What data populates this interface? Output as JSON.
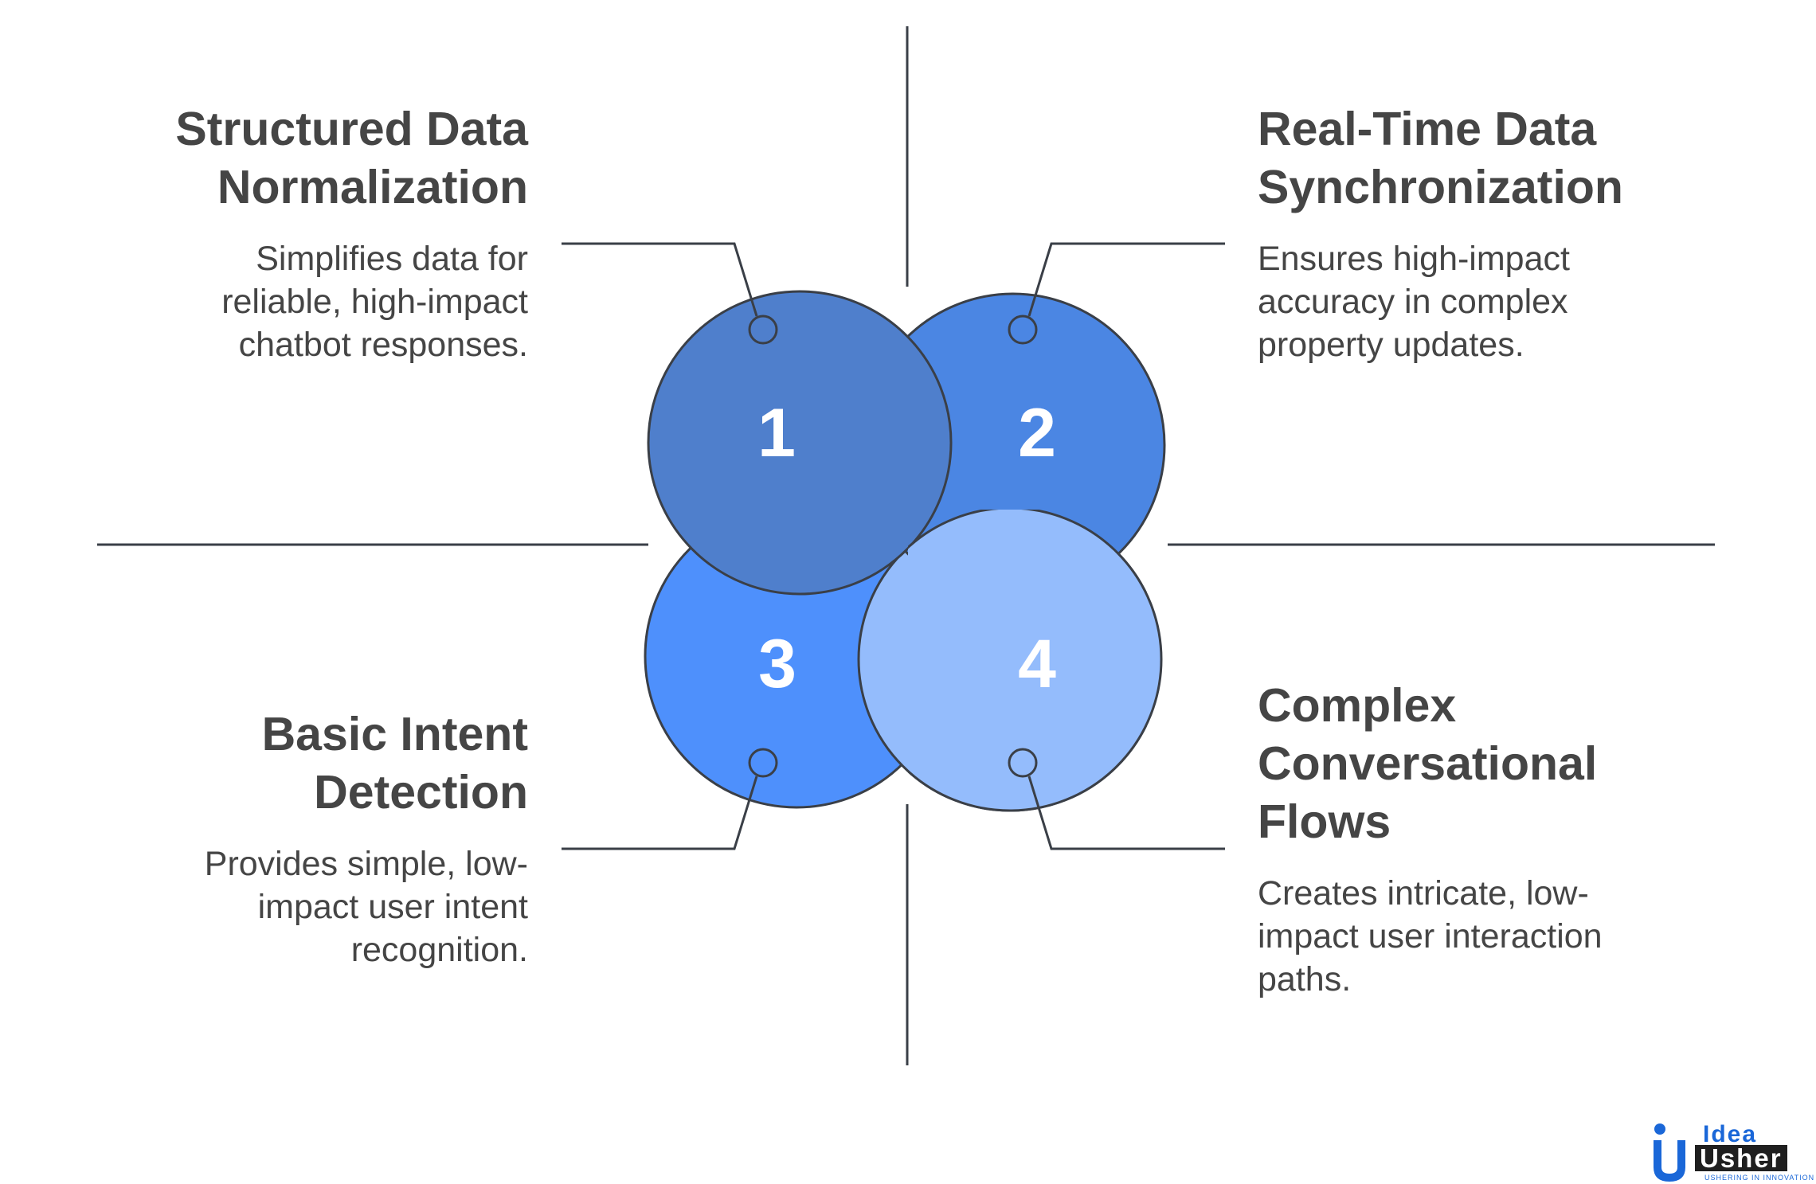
{
  "colors": {
    "circle1": "#4f7fcc",
    "circle2": "#4b86e3",
    "circle3": "#4e90fc",
    "circle4": "#94bcfc",
    "text": "#454545",
    "lines": "#3a3f47"
  },
  "items": [
    {
      "number": "1",
      "title_lines": [
        "Structured Data",
        "Normalization"
      ],
      "desc_lines": [
        "Simplifies data for",
        "reliable, high-impact",
        "chatbot responses."
      ]
    },
    {
      "number": "2",
      "title_lines": [
        "Real-Time Data",
        "Synchronization"
      ],
      "desc_lines": [
        "Ensures high-impact",
        "accuracy in complex",
        "property updates."
      ]
    },
    {
      "number": "3",
      "title_lines": [
        "Basic Intent",
        "Detection"
      ],
      "desc_lines": [
        "Provides simple, low-",
        "impact user intent",
        "recognition."
      ]
    },
    {
      "number": "4",
      "title_lines": [
        "Complex",
        "Conversational",
        "Flows"
      ],
      "desc_lines": [
        "Creates intricate, low-",
        "impact user interaction",
        "paths."
      ]
    }
  ],
  "logo": {
    "word1": "Idea",
    "word2": "Usher",
    "tagline": "USHERING IN INNOVATION"
  }
}
